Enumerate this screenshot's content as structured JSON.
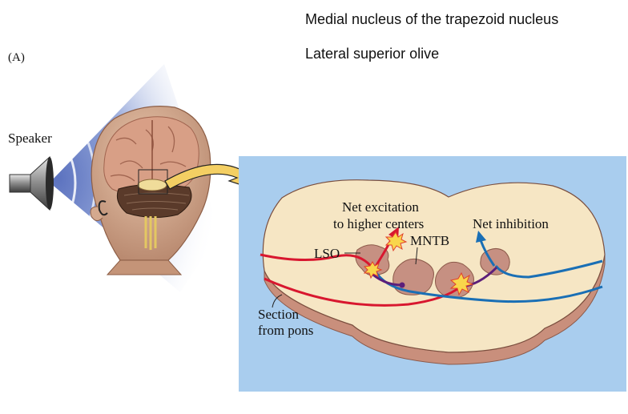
{
  "legend": {
    "mntb_full": "Medial nucleus of the trapezoid nucleus",
    "lso_full": "Lateral superior olive"
  },
  "panel_label": "(A)",
  "labels": {
    "speaker": "Speaker",
    "net_excitation_line1": "Net excitation",
    "net_excitation_line2": "to higher centers",
    "net_inhibition": "Net inhibition",
    "lso": "LSO",
    "mntb": "MNTB",
    "section_line1": "Section",
    "section_line2": "from pons"
  },
  "colors": {
    "panel_background": "#a9cdee",
    "pons_fill": "#f6e6c4",
    "pons_edge": "#c98f7c",
    "nucleus_fill": "#c69082",
    "excitatory_path": "#d8172f",
    "inhibitory_path": "#1a6fb5",
    "interneuron_path": "#5c1f7a",
    "arrow_yellow": "#f4cf63"
  }
}
